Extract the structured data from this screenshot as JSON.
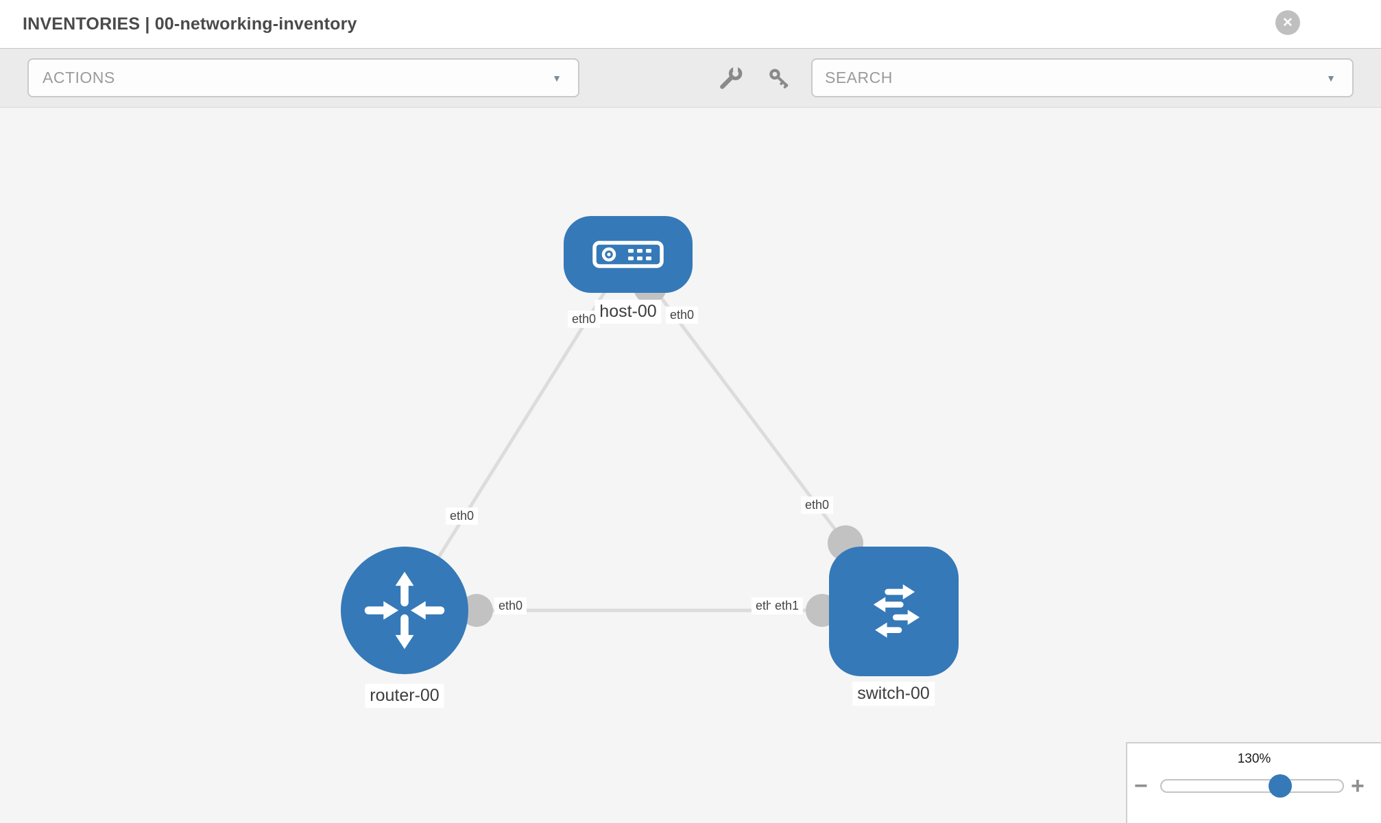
{
  "header": {
    "title": "INVENTORIES | 00-networking-inventory",
    "close_label": "✕"
  },
  "toolbar": {
    "actions_label": "ACTIONS",
    "search_placeholder": "SEARCH"
  },
  "topology": {
    "nodes": [
      {
        "id": "host-00",
        "label": "host-00",
        "type": "host"
      },
      {
        "id": "router-00",
        "label": "router-00",
        "type": "router"
      },
      {
        "id": "switch-00",
        "label": "switch-00",
        "type": "switch"
      }
    ],
    "links": [
      {
        "from": "host-00",
        "to": "router-00",
        "from_if": "eth0",
        "to_if": "eth0"
      },
      {
        "from": "host-00",
        "to": "switch-00",
        "from_if": "eth0",
        "to_if": "eth0"
      },
      {
        "from": "router-00",
        "to": "switch-00",
        "from_if": "eth0",
        "to_if": "eth1",
        "to_if_overlapped": "eth0"
      }
    ]
  },
  "zoom_control": {
    "value": "130%",
    "minus_label": "−",
    "plus_label": "+"
  },
  "colors": {
    "node_blue": "#3579b8",
    "link_gray": "#dcdcdc",
    "connector_gray": "#c2c2c2",
    "toolbar_bg": "#ebebeb",
    "canvas_bg": "#f5f5f5"
  }
}
